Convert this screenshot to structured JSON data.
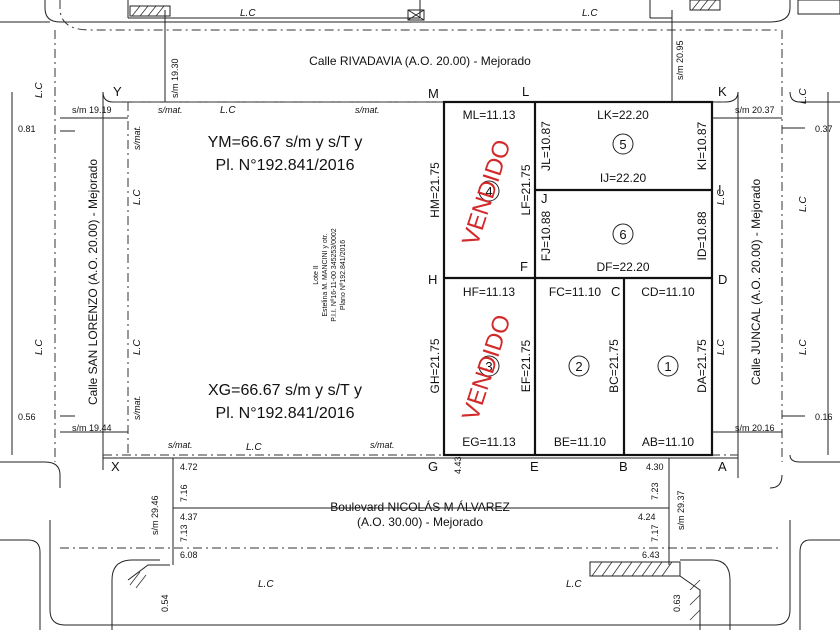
{
  "streets": {
    "top": "Calle RIVADAVIA (A.O. 20.00) - Mejorado",
    "bottom_line1": "Boulevard NICOLÁS M ÁLVAREZ",
    "bottom_line2": "(A.O. 30.00) - Mejorado",
    "left": "Calle SAN LORENZO (A.O. 20.00) - Mejorado",
    "right": "Calle JUNCAL (A.O. 20.00) - Mejorado"
  },
  "corners": {
    "Y": "Y",
    "M": "M",
    "L": "L",
    "K": "K",
    "J": "J",
    "I": "I",
    "H": "H",
    "F": "F",
    "C": "C",
    "D": "D",
    "X": "X",
    "G": "G",
    "E": "E",
    "B": "B",
    "A": "A"
  },
  "big_lot": {
    "top_line1": "YM=66.67 s/m y s/T y",
    "top_line2": "Pl. N°192.841/2016",
    "bottom_line1": "XG=66.67 s/m y s/T y",
    "bottom_line2": "Pl. N°192.841/2016",
    "owner": [
      "Lote II",
      "Estelina M. MANCINI y otr.",
      "P.I.I. Nº16-11-00 345253/0002",
      "Plano Nº192.841/2016"
    ]
  },
  "lots": {
    "lot4": {
      "number": "4",
      "ml": "ML=11.13",
      "hm": "HM=21.75",
      "lf": "LF=21.75",
      "sold": "VENDIDO"
    },
    "lot3": {
      "number": "3",
      "hf": "HF=11.13",
      "gh": "GH=21.75",
      "ef": "EF=21.75",
      "eg": "EG=11.13",
      "sold": "VENDIDO"
    },
    "lot5": {
      "number": "5",
      "lk": "LK=22.20",
      "jl": "JL=10.87",
      "ki": "KI=10.87",
      "ij": "IJ=22.20"
    },
    "lot6": {
      "number": "6",
      "fj": "FJ=10.88",
      "id": "ID=10.88",
      "df": "DF=22.20"
    },
    "lot2": {
      "number": "2",
      "fc": "FC=11.10",
      "bc": "BC=21.75",
      "be": "BE=11.10"
    },
    "lot1": {
      "number": "1",
      "cd": "CD=11.10",
      "da": "DA=21.75",
      "ab": "AB=11.10"
    }
  },
  "labels": {
    "lc": "L.C",
    "smat": "s/mat.",
    "sm_1930": "s/m 19.30",
    "sm_2095": "s/m 20.95",
    "sm_1919": "s/m 19.19",
    "sm_2037": "s/m 20.37",
    "sm_1944": "s/m 19.44",
    "sm_2016": "s/m 20.16",
    "sm_2946": "s/m 29.46",
    "sm_2937": "s/m 29.37",
    "d081": "0.81",
    "d037": "0.37",
    "d056": "0.56",
    "d016": "0.16",
    "d472": "4.72",
    "d443": "4.43",
    "d430": "4.30",
    "d716": "7.16",
    "d437": "4.37",
    "d713": "7.13",
    "d608": "6.08",
    "d723": "7.23",
    "d424": "4.24",
    "d717": "7.17",
    "d643": "6.43",
    "d054": "0.54",
    "d063": "0.63"
  }
}
